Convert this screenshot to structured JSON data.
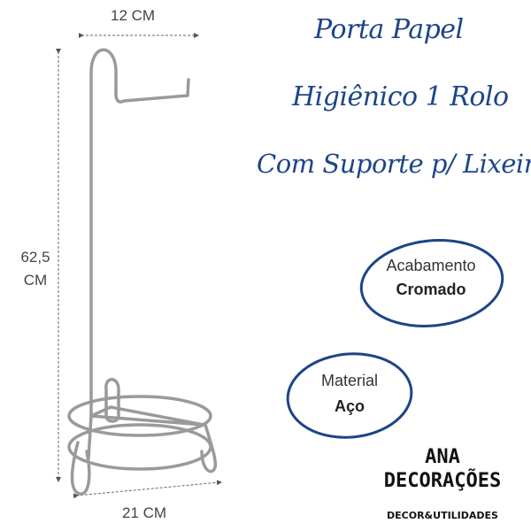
{
  "title": {
    "line1": "Porta Papel",
    "line2": "Higiênico 1 Rolo",
    "line3": "Com Suporte p/ Lixeira"
  },
  "dimensions": {
    "width_top": "12 CM",
    "height_line1": "62,5",
    "height_line2": "CM",
    "width_bottom": "21 CM"
  },
  "badges": {
    "finish_label": "Acabamento",
    "finish_value": "Cromado",
    "material_label": "Material",
    "material_value": "Aço"
  },
  "brand": {
    "name_line1": "ANA",
    "name_line2": "DECORAÇÕES",
    "tagline": "DECOR&UTILIDADES"
  },
  "colors": {
    "title": "#1c4587",
    "badge_ring": "#1c4587",
    "metal": "#9a9a9a"
  }
}
